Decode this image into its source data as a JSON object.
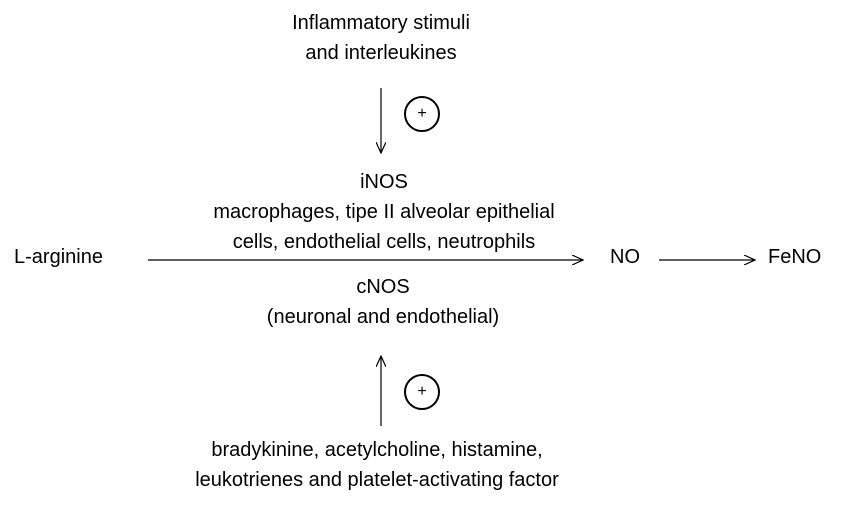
{
  "top_stimuli": {
    "line1": "Inflammatory stimuli",
    "line2": "and interleukines",
    "effect": "+"
  },
  "inos": {
    "title": "iNOS",
    "line1": "macrophages, tipe II alveolar epithelial",
    "line2": "cells, endothelial cells, neutrophils"
  },
  "cnos": {
    "title": "cNOS",
    "line1": "(neuronal and endothelial)"
  },
  "substrate": "L-arginine",
  "product": "NO",
  "measure": "FeNO",
  "bottom_stimuli": {
    "line1": "bradykinine, acetylcholine, histamine,",
    "line2": "leukotrienes and platelet-activating factor",
    "effect": "+"
  }
}
